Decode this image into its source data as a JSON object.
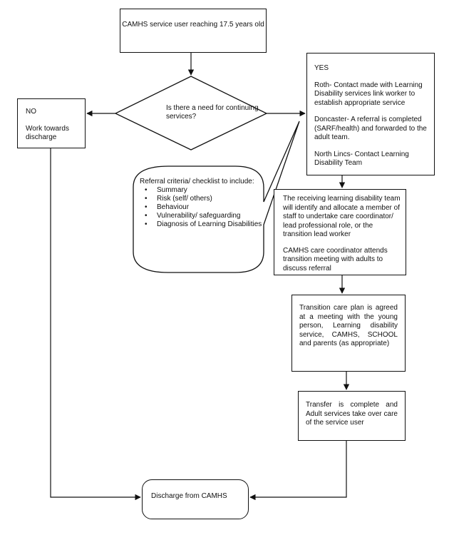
{
  "start": {
    "text": "CAMHS service user reaching 17.5 years old"
  },
  "decision": {
    "question": "Is there a need for continuing services?"
  },
  "no_branch": {
    "label": "NO",
    "text": "Work towards discharge"
  },
  "yes_branch": {
    "label": "YES",
    "roth": "Roth- Contact made with Learning Disability services link worker to establish appropriate service",
    "doncaster": "Doncaster- A referral is completed (SARF/health) and forwarded to the adult team.",
    "north_lincs": "North Lincs- Contact Learning Disability Team"
  },
  "referral": {
    "title": "Referral criteria/ checklist to include:",
    "items": [
      "Summary",
      "Risk (self/ others)",
      "Behaviour",
      "Vulnerability/ safeguarding",
      "Diagnosis of Learning Disabilities"
    ]
  },
  "receiving": {
    "p1": "The receiving learning disability team will identify and allocate a member of staff to undertake care coordinator/ lead professional role, or the transition lead worker",
    "p2": "CAMHS care coordinator attends transition meeting with adults to discuss referral"
  },
  "plan": {
    "text": "Transition care plan is agreed at a meeting with the young person, Learning disability service, CAMHS, SCHOOL and parents (as appropriate)"
  },
  "transfer": {
    "text": "Transfer is complete and Adult services take over care of the service user"
  },
  "end": {
    "text": "Discharge from CAMHS"
  }
}
